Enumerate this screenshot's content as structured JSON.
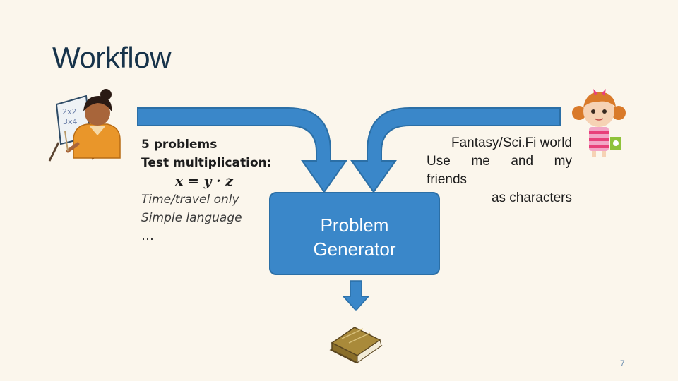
{
  "slide": {
    "title": "Workflow",
    "page_number": "7"
  },
  "teacher": {
    "requirements": [
      "5 problems",
      "Test multiplication:",
      "x = y · z",
      "Time/travel only",
      "Simple language",
      "…"
    ]
  },
  "student": {
    "line1": "Fantasy/Sci.Fi world",
    "line2_words": [
      "Use",
      "me",
      "and",
      "my"
    ],
    "line3": "friends",
    "line4": "as characters"
  },
  "generator": {
    "label_line1": "Problem",
    "label_line2": "Generator"
  },
  "teacher_icon_text": {
    "board_line1": "2x2",
    "board_line2": "3x4"
  },
  "colors": {
    "arrow_fill": "#3a87c9",
    "arrow_stroke": "#2b6fa6",
    "background": "#fbf6ec",
    "title": "#17334a"
  },
  "icons": [
    "teacher-icon",
    "student-girl-icon",
    "book-icon"
  ]
}
